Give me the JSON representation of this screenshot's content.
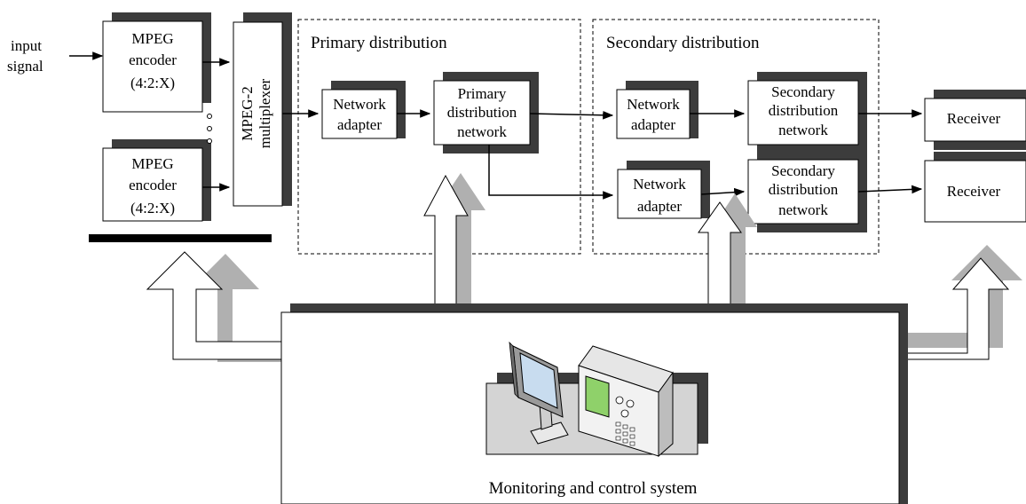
{
  "input": {
    "line1": "input",
    "line2": "signal"
  },
  "encoders": [
    {
      "line1": "MPEG",
      "line2": "encoder",
      "line3": "(4:2:X)"
    },
    {
      "line1": "MPEG",
      "line2": "encoder",
      "line3": "(4:2:X)"
    }
  ],
  "multiplexer": {
    "line1": "MPEG-2",
    "line2": "multiplexer"
  },
  "primary": {
    "title": "Primary distribution",
    "adapter": {
      "line1": "Network",
      "line2": "adapter"
    },
    "network": {
      "line1": "Primary",
      "line2": "distribution",
      "line3": "network"
    }
  },
  "secondary": {
    "title": "Secondary distribution",
    "adapters": [
      {
        "line1": "Network",
        "line2": "adapter"
      },
      {
        "line1": "Network",
        "line2": "adapter"
      }
    ],
    "networks": [
      {
        "line1": "Secondary",
        "line2": "distribution",
        "line3": "network"
      },
      {
        "line1": "Secondary",
        "line2": "distribution",
        "line3": "network"
      }
    ]
  },
  "receivers": [
    {
      "label": "Receiver"
    },
    {
      "label": "Receiver"
    }
  ],
  "monitoring": {
    "label": "Monitoring and control system"
  },
  "colors": {
    "shadow": "#3c3c3c",
    "gray_arrow": "#b0b0b0",
    "table": "#d4d4d4",
    "screen": "#c8dcef",
    "scope_screen": "#8fd16a"
  }
}
